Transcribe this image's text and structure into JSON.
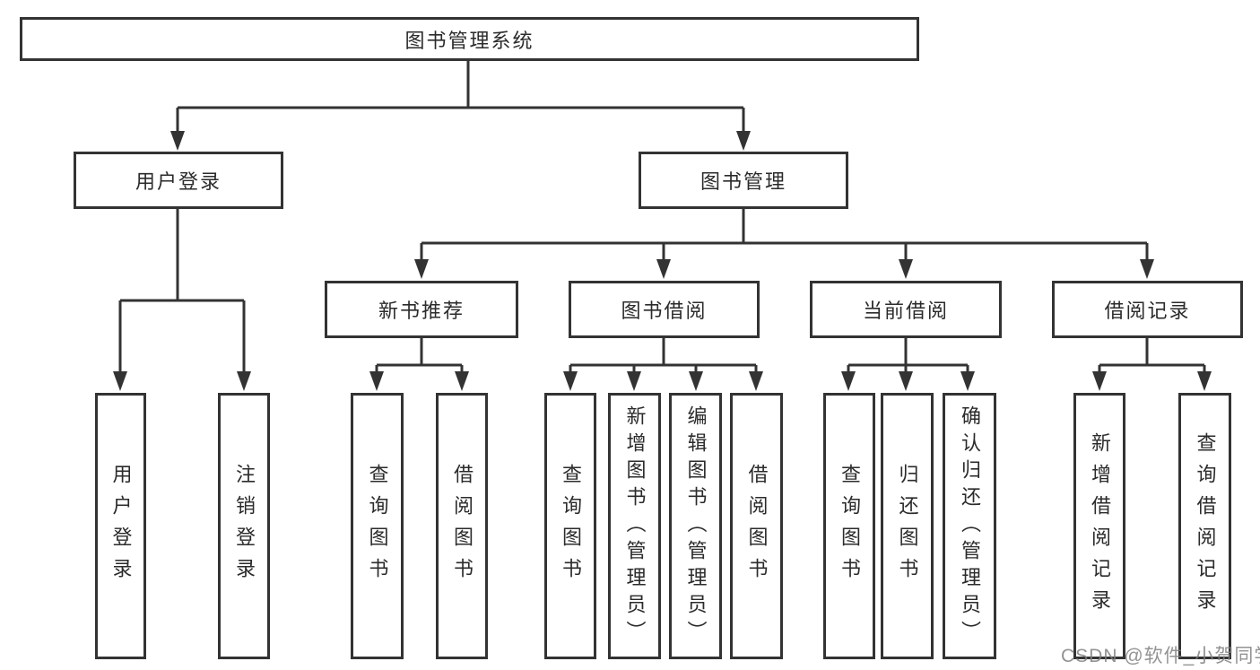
{
  "diagram": {
    "root": {
      "label": "图书管理系统"
    },
    "level2": [
      {
        "label": "用户登录"
      },
      {
        "label": "图书管理"
      }
    ],
    "level3": [
      {
        "label": "新书推荐"
      },
      {
        "label": "图书借阅"
      },
      {
        "label": "当前借阅"
      },
      {
        "label": "借阅记录"
      }
    ],
    "leaves": [
      {
        "label": "用户登录"
      },
      {
        "label": "注销登录"
      },
      {
        "label": "查询图书"
      },
      {
        "label": "借阅图书"
      },
      {
        "label": "查询图书"
      },
      {
        "label": "新增图书（管理员）"
      },
      {
        "label": "编辑图书（管理员）"
      },
      {
        "label": "借阅图书"
      },
      {
        "label": "查询图书"
      },
      {
        "label": "归还图书"
      },
      {
        "label": "确认归还（管理员）"
      },
      {
        "label": "新增借阅记录"
      },
      {
        "label": "查询借阅记录"
      }
    ],
    "watermark": "CSDN @软件_小贺同学",
    "colors": {
      "line": "#333333",
      "border": "#333333",
      "text": "#2b2b2b",
      "watermark": "#808080",
      "background": "#ffffff"
    }
  }
}
